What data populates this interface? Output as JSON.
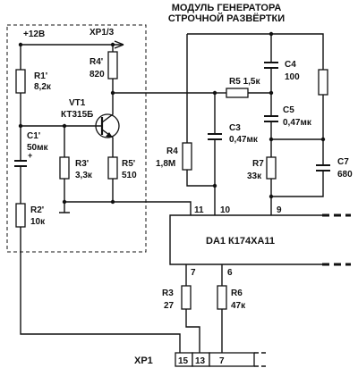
{
  "title": {
    "line1": "МОДУЛЬ ГЕНЕРАТОРА",
    "line2": "СТРОЧНОЙ РАЗВЁРТКИ"
  },
  "supply": {
    "label": "+12В"
  },
  "connector_top": {
    "label": "XP1/3"
  },
  "components": {
    "r1p": {
      "name": "R1'",
      "value": "8,2к"
    },
    "r4p": {
      "name": "R4'",
      "value": "820"
    },
    "vt1": {
      "name": "VT1",
      "value": "КТ315Б"
    },
    "c1p": {
      "name": "C1'",
      "value": "50мк"
    },
    "r3p": {
      "name": "R3'",
      "value": "3,3к"
    },
    "r5p": {
      "name": "R5'",
      "value": "510"
    },
    "r2p": {
      "name": "R2'",
      "value": "10к"
    },
    "r5": {
      "name": "R5",
      "value": "1,5к"
    },
    "c4": {
      "name": "C4",
      "value": "100"
    },
    "c5": {
      "name": "C5",
      "value": "0,47мк"
    },
    "c3": {
      "name": "C3",
      "value": "0,47мк"
    },
    "r4": {
      "name": "R4",
      "value": "1,8М"
    },
    "r7": {
      "name": "R7",
      "value": "33к"
    },
    "c7": {
      "name": "C7",
      "value": "680"
    },
    "r3": {
      "name": "R3",
      "value": "27"
    },
    "r6": {
      "name": "R6",
      "value": "47к"
    }
  },
  "chip": {
    "label": "DA1 К174ХА11",
    "pins": {
      "p11": "11",
      "p10": "10",
      "p9": "9",
      "p7": "7",
      "p6": "6"
    }
  },
  "connector_bottom": {
    "label": "XP1",
    "pins": [
      "15",
      "13",
      "7"
    ]
  },
  "c1_polarity": "+"
}
